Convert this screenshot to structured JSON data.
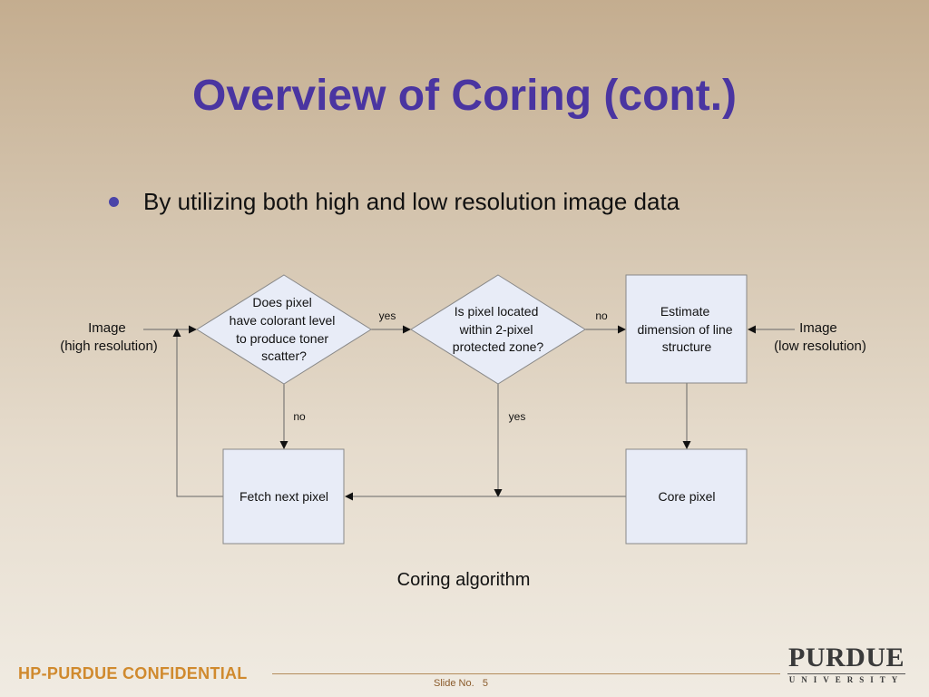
{
  "slide": {
    "title": "Overview of Coring (cont.)",
    "bullet": "By utilizing both high and low resolution image data",
    "caption": "Coring algorithm"
  },
  "diagram": {
    "input_left": [
      "Image",
      "(high resolution)"
    ],
    "input_right": [
      "Image",
      "(low resolution)"
    ],
    "decision1": [
      "Does pixel",
      "have colorant level",
      "to produce toner",
      "scatter?"
    ],
    "decision2": [
      "Is pixel located",
      "within 2-pixel",
      "protected zone?"
    ],
    "estimate_box": [
      "Estimate",
      "dimension of line",
      "structure"
    ],
    "fetch_box": "Fetch next pixel",
    "core_box": "Core pixel",
    "labels": {
      "d1_yes": "yes",
      "d1_no": "no",
      "d2_no": "no",
      "d2_yes": "yes"
    },
    "colors": {
      "node_fill": "#e8ecf7",
      "node_stroke": "#888888",
      "line": "#666666"
    }
  },
  "footer": {
    "confidential": "HP-PURDUE CONFIDENTIAL",
    "slide_label": "Slide No.",
    "slide_number": "5",
    "logo_main": "PURDUE",
    "logo_sub": "UNIVERSITY"
  }
}
